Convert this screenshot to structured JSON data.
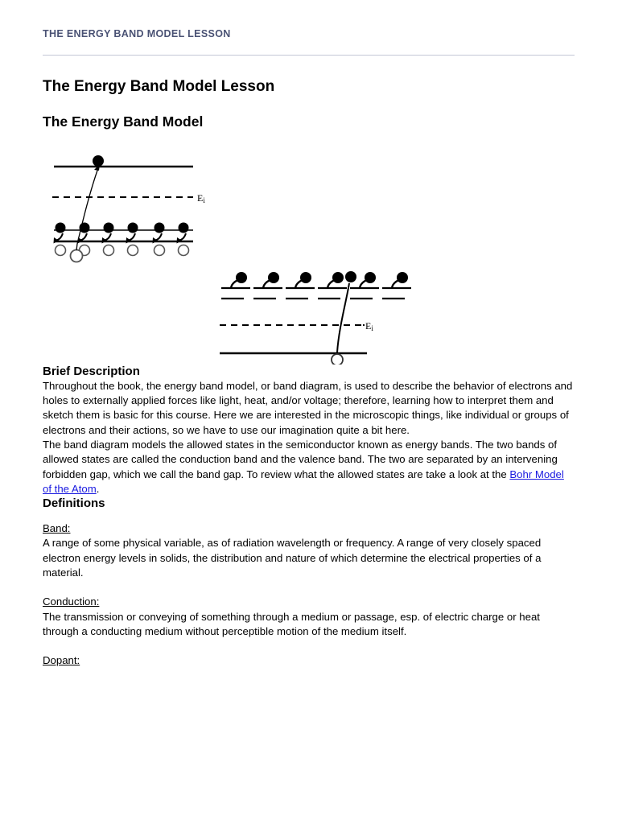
{
  "document": {
    "running_header": "THE ENERGY BAND MODEL LESSON",
    "title": "The Energy Band Model Lesson",
    "subtitle": "The Energy Band Model",
    "header_color": "#4a5274",
    "rule_color": "#c3c6d6",
    "link_color": "#1a1ae0"
  },
  "figure": {
    "caption": "",
    "diagram_a": {
      "name": "electron-excitation-band-diagram",
      "fermi_label": "Ei",
      "conduction_band_electrons": 1,
      "valence_band_electrons": 6,
      "valence_band_holes": 6,
      "excited_hole": 1
    },
    "diagram_b": {
      "name": "hole-conduction-band-diagram",
      "fermi_label": "Ei",
      "conduction_band_electrons": 7,
      "valence_band_holes": 1
    }
  },
  "sections": {
    "brief_description": {
      "heading": "Brief Description",
      "paragraph_1": "Throughout the book, the energy band model, or band diagram, is used to describe the behavior of electrons and holes to externally applied forces like light, heat, and/or voltage; therefore, learning how to interpret them and sketch them is basic for this course. Here we are interested in the microscopic things, like individual or groups of electrons and their actions, so we have to use our imagination quite a bit here.",
      "paragraph_2_before_link": "The band diagram models the allowed states in the semiconductor known as energy bands. The two bands of allowed states are called the conduction band and the valence band. The two are separated by an intervening forbidden gap, which we call the band gap. To review what the allowed states are take a look at the ",
      "paragraph_2_link": "Bohr Model of the Atom",
      "paragraph_2_after_link": "."
    },
    "definitions": {
      "heading": "Definitions",
      "entries": [
        {
          "term": "Band:",
          "text": "A range of some physical variable, as of radiation wavelength or frequency. A range of very closely spaced electron energy levels in solids, the distribution and nature of which determine the electrical properties of a material."
        },
        {
          "term": "Conduction:",
          "text": "The transmission or conveying of something through a medium or passage, esp. of electric charge or heat through a conducting medium without perceptible motion of the medium itself."
        },
        {
          "term": "Dopant:",
          "text": ""
        }
      ]
    }
  }
}
